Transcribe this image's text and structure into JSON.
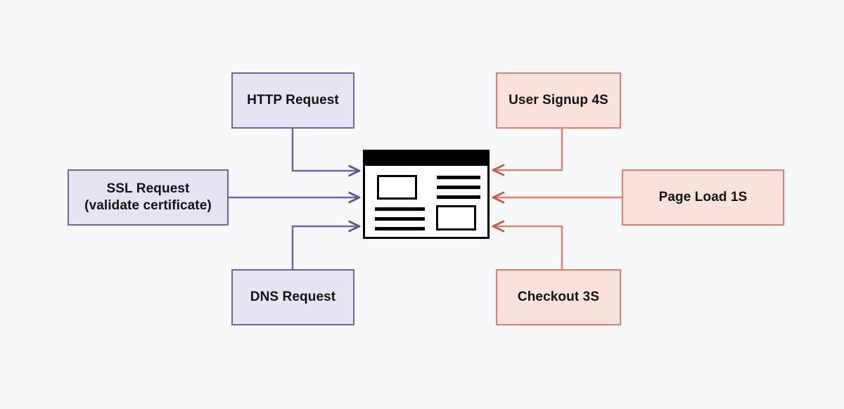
{
  "diagram": {
    "title": "Web request and user journey timing diagram",
    "background_color": "#f7f8fa",
    "palettes": {
      "purple_fill": "#e6e3f3",
      "purple_stroke": "#6d66a3",
      "salmon_fill": "#fbe1db",
      "salmon_stroke": "#dc8171",
      "wireframe_stroke": "#000000"
    },
    "left_nodes": [
      {
        "id": "http-request",
        "label": "HTTP Request",
        "color": "purple"
      },
      {
        "id": "ssl-request",
        "label": "SSL Request\n(validate certificate)",
        "color": "purple"
      },
      {
        "id": "dns-request",
        "label": "DNS Request",
        "color": "purple"
      }
    ],
    "right_nodes": [
      {
        "id": "user-signup",
        "label": "User Signup 4S",
        "color": "salmon"
      },
      {
        "id": "page-load",
        "label": "Page Load 1S",
        "color": "salmon"
      },
      {
        "id": "checkout",
        "label": "Checkout 3S",
        "color": "salmon"
      }
    ],
    "center": {
      "id": "webpage-wireframe",
      "icon": "webpage-wireframe-icon",
      "description": "Webpage wireframe"
    },
    "connectors": [
      {
        "from": "http-request",
        "to": "webpage-wireframe",
        "color": "#6d66a3",
        "arrow": "right"
      },
      {
        "from": "ssl-request",
        "to": "webpage-wireframe",
        "color": "#6d66a3",
        "arrow": "right"
      },
      {
        "from": "dns-request",
        "to": "webpage-wireframe",
        "color": "#6d66a3",
        "arrow": "right"
      },
      {
        "from": "user-signup",
        "to": "webpage-wireframe",
        "color": "#dc8171",
        "arrow": "left"
      },
      {
        "from": "page-load",
        "to": "webpage-wireframe",
        "color": "#dc8171",
        "arrow": "left"
      },
      {
        "from": "checkout",
        "to": "webpage-wireframe",
        "color": "#dc8171",
        "arrow": "left"
      }
    ]
  }
}
